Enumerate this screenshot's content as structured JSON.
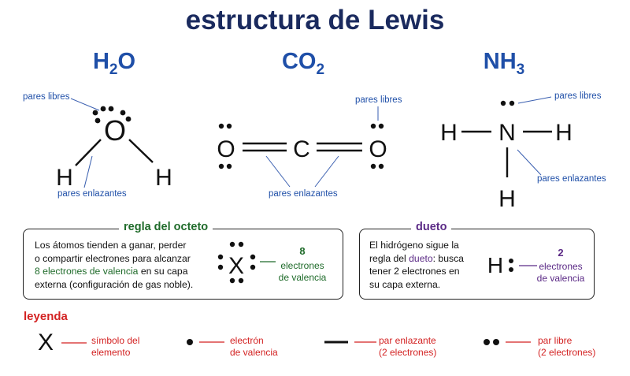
{
  "title": "estructura de Lewis",
  "molecules": [
    {
      "base": "H",
      "sub": "2",
      "tail": "O"
    },
    {
      "base": "CO",
      "sub": "2",
      "tail": ""
    },
    {
      "base": "NH",
      "sub": "3",
      "tail": ""
    }
  ],
  "atoms": {
    "O": "O",
    "H": "H",
    "C": "C",
    "N": "N",
    "X": "X"
  },
  "labels": {
    "lone_pairs": "pares libres",
    "bonding_pairs": "pares enlazantes"
  },
  "octet": {
    "title": "regla del octeto",
    "text_line1": "Los átomos tienden a ganar, perder",
    "text_line2": "o compartir electrones para alcanzar",
    "text_highlight": "8 electrones de valencia",
    "text_line3_rest": " en su capa",
    "text_line4": "externa (configuración de gas noble).",
    "number": "8",
    "number_label_1": "electrones",
    "number_label_2": "de valencia"
  },
  "duet": {
    "title": "dueto",
    "text_line1": "El hidrógeno sigue la",
    "text_line2_pre": "regla del ",
    "text_line2_hl": "dueto",
    "text_line2_post": ": busca",
    "text_line3": "tener 2 electrones en",
    "text_line4": "su capa externa.",
    "number": "2",
    "number_label_1": "electrones",
    "number_label_2": "de valencia"
  },
  "legend": {
    "title": "leyenda",
    "items": [
      {
        "symbol": "X",
        "line1": "símbolo del",
        "line2": "elemento"
      },
      {
        "symbol": "dot",
        "line1": "electrón",
        "line2": "de valencia"
      },
      {
        "symbol": "bar",
        "line1": "par enlazante",
        "line2": "(2 electrones)"
      },
      {
        "symbol": "pair",
        "line1": "par libre",
        "line2": "(2 electrones)"
      }
    ]
  },
  "colors": {
    "title": "#1a2a5e",
    "formula": "#1f4fa8",
    "green": "#1f6b2a",
    "purple": "#5b2a86",
    "red": "#d32222"
  }
}
